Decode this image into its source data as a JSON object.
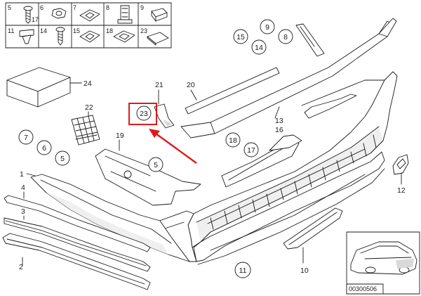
{
  "legend_grid": {
    "top_row": [
      "5",
      "6",
      "7",
      "8",
      "9"
    ],
    "top_row_extra": [
      "17"
    ],
    "bottom_row": [
      "11",
      "14",
      "15",
      "18",
      "23"
    ]
  },
  "callouts": {
    "c15": "15",
    "c9": "9",
    "c8": "8",
    "c14": "14",
    "c21": "21",
    "c20": "20",
    "c24": "24",
    "c22": "22",
    "c23": "23",
    "c19": "19",
    "c7": "7",
    "c6": "6",
    "c5a": "5",
    "c5b": "5",
    "c13": "13",
    "c16": "16",
    "c18": "18",
    "c17": "17",
    "c1": "1",
    "c4": "4",
    "c3": "3",
    "c2": "2",
    "c11": "11",
    "c10": "10",
    "c12": "12"
  },
  "highlight": {
    "color": "#e0191d",
    "target": "23"
  },
  "thumbnail": {
    "code": "00300506"
  }
}
